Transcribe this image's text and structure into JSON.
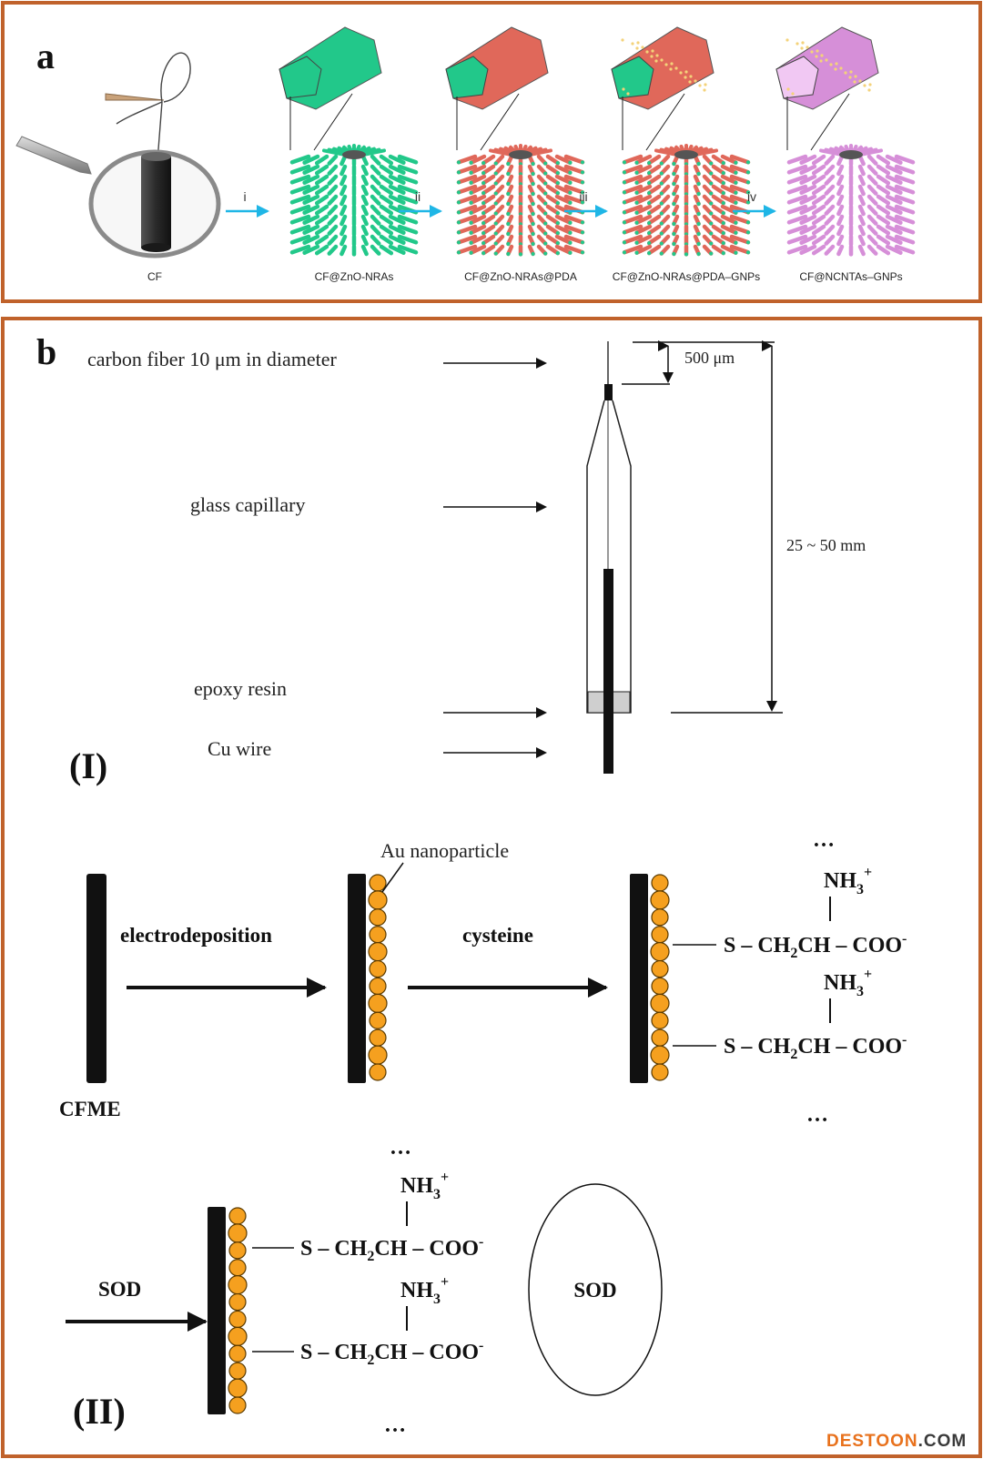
{
  "panel_a": {
    "letter": "a",
    "stages": [
      "CF",
      "CF@ZnO-NRAs",
      "CF@ZnO-NRAs@PDA",
      "CF@ZnO-NRAs@PDA–GNPs",
      "CF@NCNTAs–GNPs"
    ],
    "steps": [
      "i",
      "ii",
      "iii",
      "iv"
    ],
    "colors": {
      "border": "#c0622b",
      "arrow": "#1fb6e6",
      "zno": "#22c88a",
      "pda": "#e0685a",
      "ncnt": "#d68fd8"
    }
  },
  "panel_b": {
    "letter": "b",
    "part_I": {
      "roman": "(I)",
      "labels": [
        "carbon fiber 10 μm in diameter",
        "glass capillary",
        "epoxy resin",
        "Cu wire"
      ],
      "dim_short": "500 μm",
      "dim_long": "25 ~ 50 mm"
    },
    "part_II": {
      "roman": "(II)",
      "electrode": "CFME",
      "step1": "electrodeposition",
      "step2": "cysteine",
      "particle_label": "Au nanoparticle",
      "sod_arrow": "SOD",
      "sod_ellipse": "SOD",
      "ellipsis": "…",
      "chain": {
        "s": "S – CH",
        "sub2": "2",
        "ch": "CH – COO",
        "minus": "-"
      },
      "amine": {
        "nh": "NH",
        "sub3": "3",
        "plus": "+"
      },
      "colors": {
        "particle": "#f5a01f"
      }
    }
  },
  "watermark": {
    "part1": "DESTOON",
    "part2": ".COM"
  }
}
